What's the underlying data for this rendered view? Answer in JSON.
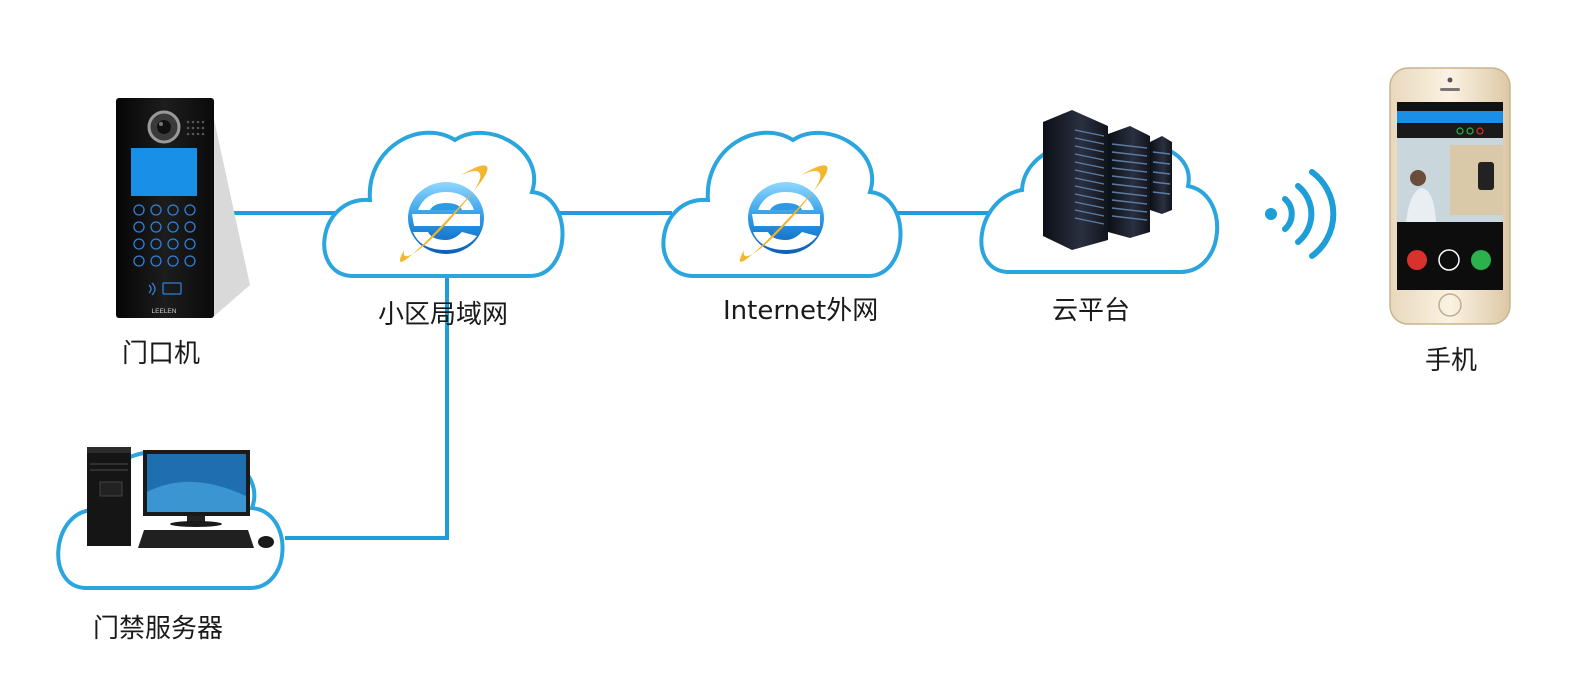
{
  "nodes": {
    "door_station": {
      "label": "门口机",
      "brand": "LEELEN",
      "icon": "door-intercom-icon"
    },
    "lan": {
      "label": "小区局域网",
      "icon": "internet-explorer-icon"
    },
    "internet": {
      "label": "Internet外网",
      "icon": "internet-explorer-icon"
    },
    "cloud_platform": {
      "label": "云平台",
      "icon": "server-rack-icon"
    },
    "phone": {
      "label": "手机",
      "icon": "smartphone-icon"
    },
    "access_server": {
      "label": "门禁服务器",
      "icon": "desktop-computer-icon"
    }
  },
  "links": [
    [
      "door_station",
      "lan"
    ],
    [
      "lan",
      "internet"
    ],
    [
      "internet",
      "cloud_platform"
    ],
    [
      "cloud_platform",
      "phone"
    ],
    [
      "lan",
      "access_server"
    ]
  ],
  "colors": {
    "link": "#1e9ed8",
    "cloud_stroke": "#2aa5de",
    "screen": "#1890e8",
    "panel": "#111111"
  }
}
